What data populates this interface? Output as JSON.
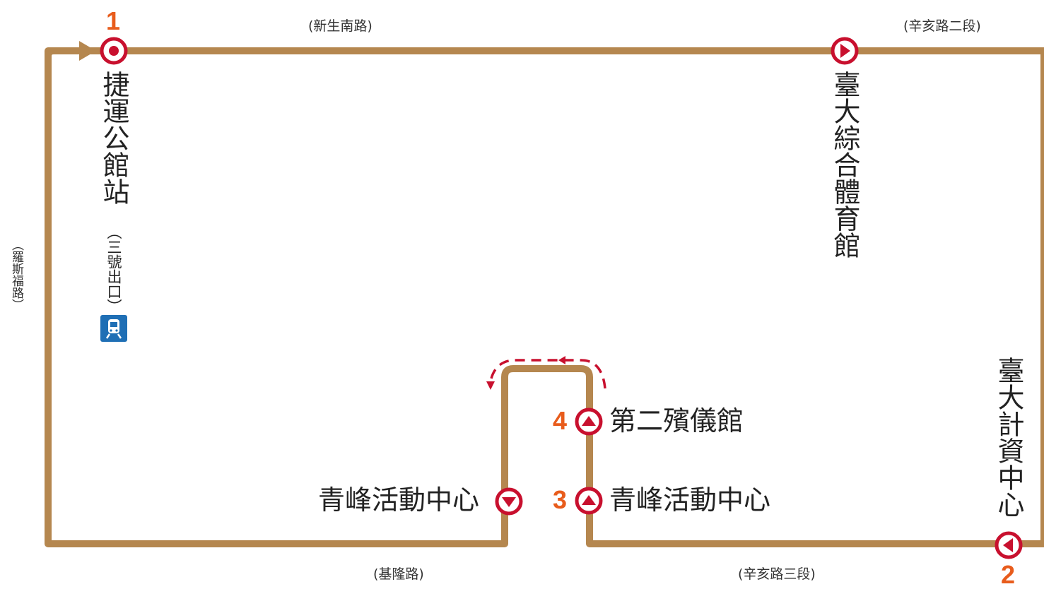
{
  "colors": {
    "route": "#b5874f",
    "stop_ring": "#c8102e",
    "number": "#e85c1c",
    "mrt": "#1f6fb5"
  },
  "roads": {
    "top_left": "(新生南路)",
    "top_right": "(辛亥路二段)",
    "bottom_left": "(基隆路)",
    "bottom_right": "(辛亥路三段)",
    "left": "（羅斯福路）"
  },
  "stops": {
    "s1": {
      "number": "1",
      "name": "捷運公館站",
      "sub": "（三號出口）",
      "icon": "target-icon"
    },
    "gym": {
      "name": "臺大綜合體育館",
      "icon": "arrow-right-icon"
    },
    "s2": {
      "number": "2",
      "name": "臺大計資中心",
      "icon": "arrow-left-icon"
    },
    "s3": {
      "number": "3",
      "name": "青峰活動中心",
      "icon": "arrow-up-icon"
    },
    "s4": {
      "number": "4",
      "name": "第二殯儀館",
      "icon": "arrow-up-icon"
    },
    "qingfeng_down": {
      "name": "青峰活動中心",
      "icon": "arrow-down-icon"
    }
  },
  "mrt_icon": "metro-train-icon"
}
